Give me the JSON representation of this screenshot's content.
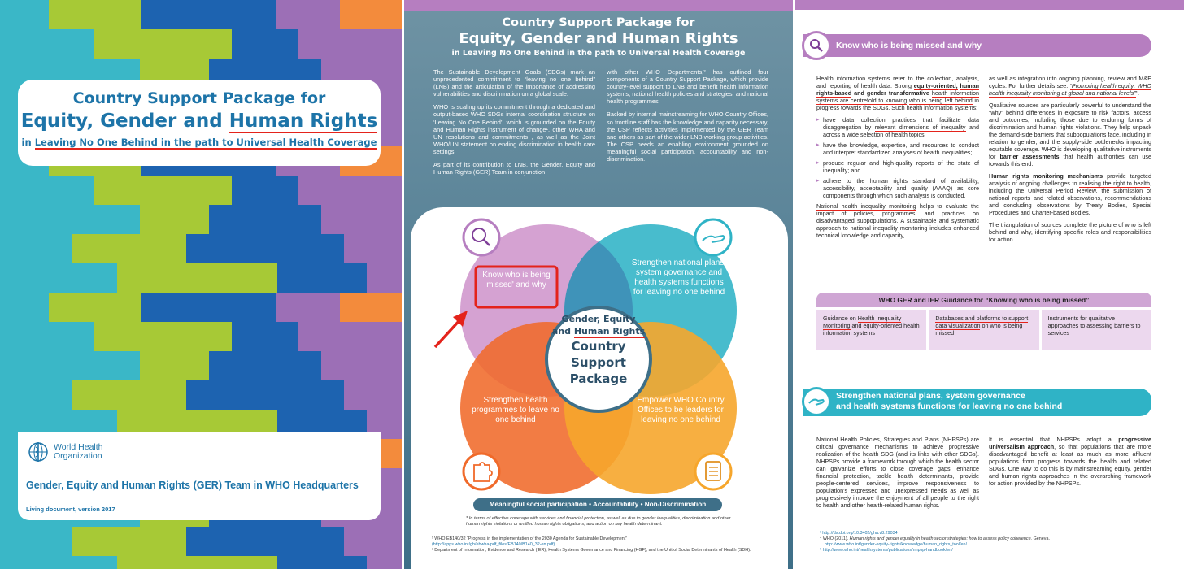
{
  "cover": {
    "title_line1": "Country Support Package for",
    "title_line2a": "Equity, Gender and ",
    "title_line2b": "Human Rights",
    "title_line3a": "in ",
    "title_line3b": "Leaving No One Behind in the path to Universal Health Coverage",
    "who_line1": "World Health",
    "who_line2": "Organization",
    "team": "Gender, Equity and Human Rights (GER) Team in WHO Headquarters",
    "version": "Living document, version 2017",
    "stripe_colors": [
      "#3ab7c7",
      "#a7c936",
      "#1d63b0",
      "#9c6fb6",
      "#f38b3c",
      "#7f3f98",
      "#c9d84a",
      "#4aa3df"
    ]
  },
  "middle": {
    "title_line1": "Country Support Package for",
    "title_line2": "Equity, Gender and Human Rights",
    "title_line3": "in Leaving No One Behind in the path to Universal Health Coverage",
    "col1_p1": "The Sustainable Development Goals (SDGs) mark an unprecedented commitment to “leaving no one behind” (LNB) and the articulation of the importance of addressing vulnerabilities and discrimination on a global scale.",
    "col1_p2": "WHO is scaling up its commitment through a dedicated and output-based WHO SDGs internal coordination structure on ‘Leaving No One Behind’, which is grounded on the Equity and Human Rights instrument of change¹, other WHA and UN resolutions and commitments , as well as the Joint WHO/UN statement on ending discrimination in health care settings.",
    "col1_p3": "As part of its contribution to LNB, the Gender, Equity and Human Rights (GER) Team in conjunction",
    "col2_p1": "with other WHO Departments,² has outlined four components of a Country Support Package, which provide country-level support to LNB and benefit health information systems, national health policies and strategies, and national health programmes.",
    "col2_p2": "Backed by internal mainstreaming for WHO Country Offices, so frontline staff has the knowledge and capacity necessary, the CSP reflects activities implemented by the GER Team and others as part of the wider LNB working group activities. The CSP needs an enabling environment grounded on meaningful social participation, accountability and non-discrimination.",
    "q1": "Know who is being missed' and why",
    "q2": "Strengthen national plans, system governance and health systems functions for leaving no one behind",
    "q3": "Strengthen health programmes to leave no one behind",
    "q4": "Empower WHO Country Offices to be leaders for leaving no one behind",
    "center_line1": "Gender, Equity",
    "center_line2a": "and ",
    "center_line2b": "Human Rights",
    "center_line3": "Country",
    "center_line4": "Support",
    "center_line5": "Package",
    "pill": "Meaningful social participation • Accountability • Non-Discrimination",
    "note": "* In terms of effective coverage with services and financial protection, as well as due to gender inequalities, discrimination and other human rights violations or unfilled human rights obligations, and action on key health determinant.",
    "foot1": "¹ WHO EB140/32 “Progress in the implementation of the 2030 Agenda for Sustainable Development”",
    "foot1_link": "(http://apps.who.int/gb/ebwha/pdf_files/EB140/B140_32-en.pdf)",
    "foot2": "² Department of Information, Evidence and Research (IER), Health Systems Governance and Financing (HGF), and the Unit of Social Determinants of Health (SDH)."
  },
  "right": {
    "sec1_title": "Know who is being missed and why",
    "c1_p1a": "Health information systems refer to the collection, analysis, and reporting of health data. Strong ",
    "c1_p1b": "equity-oriented,",
    "c1_p1c": "human rights-based",
    "c1_p1d": " and gender transformative ",
    "c1_p1e": "health information systems are centrefold to knowing",
    "c1_p1f": "who is being left behind",
    "c1_p1g": " in progress towards the SDGs. Such health information systems:",
    "b1a": "have ",
    "b1b": "data collection",
    "b1c": " practices that facilitate data disaggregation by ",
    "b1d": "relevant dimensions of inequality",
    "b1e": " and across a wide selection of health topics;",
    "b2": "have the knowledge, expertise, and resources to conduct and interpret standardized analyses of health inequalities;",
    "b3": "produce regular and high-quality reports of the state of inequality; and",
    "b4": "adhere to the human rights standard of availability, accessibility, acceptability and quality (AAAQ) as core components through which such analysis is conducted.",
    "c1_p2a": "National health inequality monitoring",
    "c1_p2b": " helps to evaluate the impact of policies, programmes, and practices on disadvantaged subpopulations. A sustainable and systematic approach to national inequality monitoring includes enhanced technical knowledge and capacity,",
    "c2_p1a": "as well as integration into ongoing planning, review and M&E cycles. For further details see: ",
    "c2_p1b": "“Promoting health equity: WHO health inequality monitoring at global and national levels”",
    "c2_p1c": "¹.",
    "c2_p2a": "Qualitative sources are particularly powerful to understand the “why” behind differences in exposure to risk factors, access and outcomes, including those due to enduring forms of discrimination and human rights violations. They help unpack the demand-side barriers that subpopulations face, including in relation to gender, and the supply-side bottlenecks impacting equitable coverage. WHO is developing qualitative instruments for ",
    "c2_p2b": "barrier assessments",
    "c2_p2c": " that health authorities can use towards this end.",
    "c2_p3a": "Human rights monitoring mechanisms",
    "c2_p3b": " provide targeted analysis of ongoing challenges to ",
    "c2_p3c": "realising the right to health",
    "c2_p3d": ", including the Universal Period Review, the submission of national reports and related observations, recommendations and concluding observations by Treaty Bodies, Special Procedures and Charter-based Bodies.",
    "c2_p4": "The triangulation of sources complete the picture of who is left behind and why, identifying specific roles and responsibilities for action.",
    "guid_title": "WHO GER and IER Guidance for “Knowing who is being missed”",
    "g1a": "Guidance on ",
    "g1b": "Health Inequality Monitoring",
    "g1c": " and equity-oriented health information systems",
    "g2a": "Databases and platforms to support data visualization",
    "g2b": " on who is being missed",
    "g3": "Instruments for qualitative approaches to assessing barriers to services",
    "sec2_line1": "Strengthen national plans, system governance",
    "sec2_line2": "and health systems functions for leaving no one behind",
    "d1_p1": "National Health Policies, Strategies and Plans (NHPSPs) are critical governance mechanisms to achieve progressive realization of the health SDG (and its links with other SDGs). NHPSPs provide a framework through which the health sector can galvanize efforts to close coverage gaps, enhance financial protection, tackle health determinants, provide people-centered services, improve responsiveness to population's expressed and unexpressed needs as well as progressively improve the enjoyment of all people to the right to health and other health-related human rights.",
    "d2_p1a": "It is essential that NHPSPs adopt a ",
    "d2_p1b": "progressive universalism approach",
    "d2_p1c": ", so that populations that are more disadvantaged benefit at least as much as more affluent populations from progress towards the health and related SDGs. One way to do this is by mainstreaming equity, gender and human rights approaches in the overarching framework for action provided by the NHPSPs.",
    "f1": "³ http://dx.doi.org/10.3402/gha.v8.29034",
    "f2a": "⁴ WHO (2011). ",
    "f2b": "Human rights and gender equality in health sector strategies: how to assess policy coherence.",
    "f2c": " Geneva.",
    "f3": "http://www.who.int/gender-equity-rights/knowledge/human_rights_tool/en/",
    "f4": "⁵ http://www.who.int/healthsystems/publications/nhpsp-handbook/en/"
  }
}
